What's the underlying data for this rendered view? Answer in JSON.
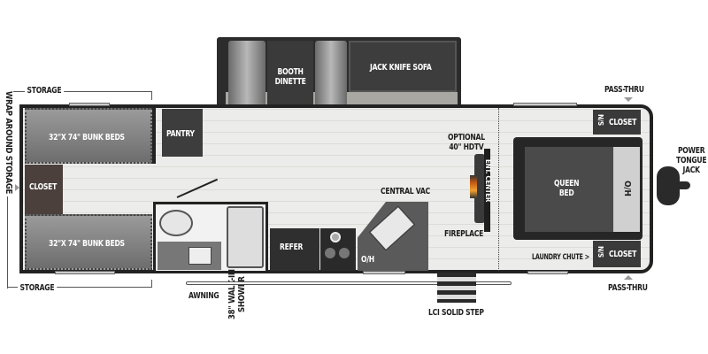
{
  "labels": {
    "storage_top": "STORAGE",
    "storage_bottom": "STORAGE",
    "wrap_around_storage": "WRAP AROUND STORAGE",
    "bunk_beds_top": "32\"X 74\" BUNK BEDS",
    "bunk_beds_bottom": "32\"X 74\" BUNK BEDS",
    "closet_rear": "CLOSET",
    "pantry": "PANTRY",
    "booth_dinette_1": "BOOTH",
    "booth_dinette_2": "DINETTE",
    "jack_knife_sofa": "JACK KNIFE SOFA",
    "walk_in_shower_1": "38\" WALK-IN",
    "walk_in_shower_2": "SHOWER",
    "refer": "REFER",
    "oh_kitchen": "O/H",
    "central_vac": "CENTRAL VAC",
    "optional_hdtv_1": "OPTIONAL",
    "optional_hdtv_2": "40\" HDTV",
    "ent_center": "ENT. CENTER",
    "fireplace": "FIREPLACE",
    "queen_bed_1": "QUEEN",
    "queen_bed_2": "BED",
    "oh_bedroom": "O/H",
    "ns_top": "N/S",
    "ns_bottom": "N/S",
    "closet_top": "CLOSET",
    "closet_bottom": "CLOSET",
    "laundry_chute": "LAUNDRY CHUTE >",
    "pass_thru_top": "PASS-THRU",
    "pass_thru_bottom": "PASS-THRU",
    "power_tongue_jack_1": "POWER",
    "power_tongue_jack_2": "TONGUE",
    "power_tongue_jack_3": "JACK",
    "awning": "AWNING",
    "lci_solid_step": "LCI SOLID STEP"
  }
}
